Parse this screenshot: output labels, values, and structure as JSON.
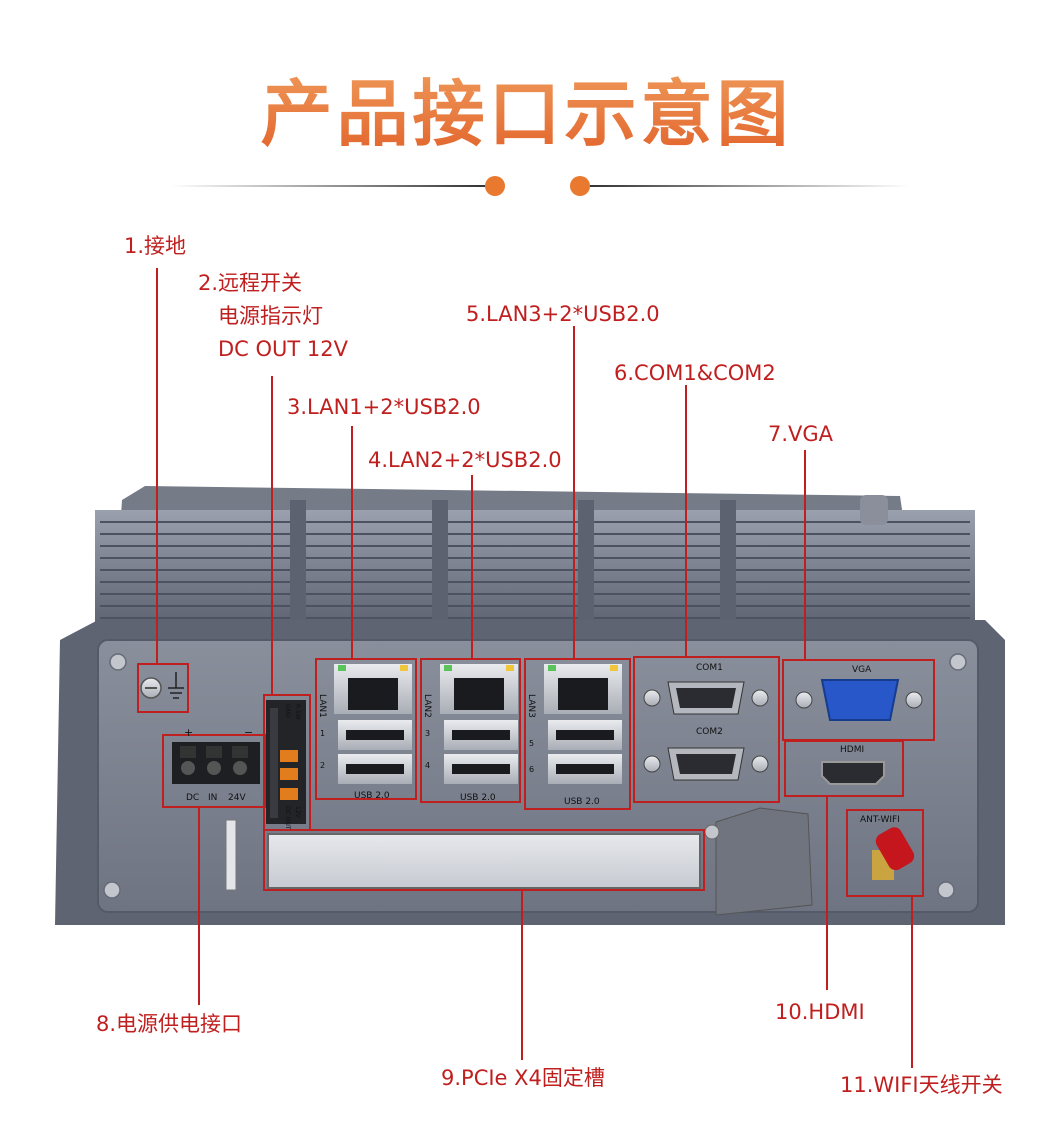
{
  "header": {
    "title": "产品接口示意图"
  },
  "callouts": [
    {
      "id": "ground",
      "text": "1.接地"
    },
    {
      "id": "remote_switch",
      "text": "2.远程开关"
    },
    {
      "id": "power_led",
      "text": "电源指示灯"
    },
    {
      "id": "dc_out",
      "text": "DC OUT 12V"
    },
    {
      "id": "lan1",
      "text": "3.LAN1+2*USB2.0"
    },
    {
      "id": "lan2",
      "text": "4.LAN2+2*USB2.0"
    },
    {
      "id": "lan3",
      "text": "5.LAN3+2*USB2.0"
    },
    {
      "id": "com",
      "text": "6.COM1&COM2"
    },
    {
      "id": "vga",
      "text": "7.VGA"
    },
    {
      "id": "power_input",
      "text": "8.电源供电接口"
    },
    {
      "id": "pcie",
      "text": "9.PCIe X4固定槽"
    },
    {
      "id": "hdmi",
      "text": "10.HDMI"
    },
    {
      "id": "wifi",
      "text": "11.WIFI天线开关"
    }
  ],
  "panel_labels": {
    "lan1": "LAN1",
    "lan2": "LAN2",
    "lan3": "LAN3",
    "usb": "USB 2.0",
    "usb_nums_1": [
      "1",
      "2"
    ],
    "usb_nums_2": [
      "3",
      "4"
    ],
    "usb_nums_3": [
      "5",
      "6"
    ],
    "com1": "COM1",
    "com2": "COM2",
    "vga": "VGA",
    "hdmi": "HDMI",
    "ant_wifi": "ANT-WIFI",
    "dc_plus": "+",
    "dc_minus": "−",
    "dc": "DC",
    "dc_in": "IN",
    "dc_volt": "24V",
    "term_top": "GND",
    "term_top2": "R-SW",
    "term_bottom": "DC OUT",
    "term_bottom2": "12V"
  },
  "colors": {
    "callout": "#c01f1f",
    "title_start": "#f0a060",
    "title_end": "#e2622a",
    "chassis": "#6d7180",
    "panel": "#7b808e",
    "vga_port": "#2757c9",
    "antenna": "#c4161c"
  }
}
